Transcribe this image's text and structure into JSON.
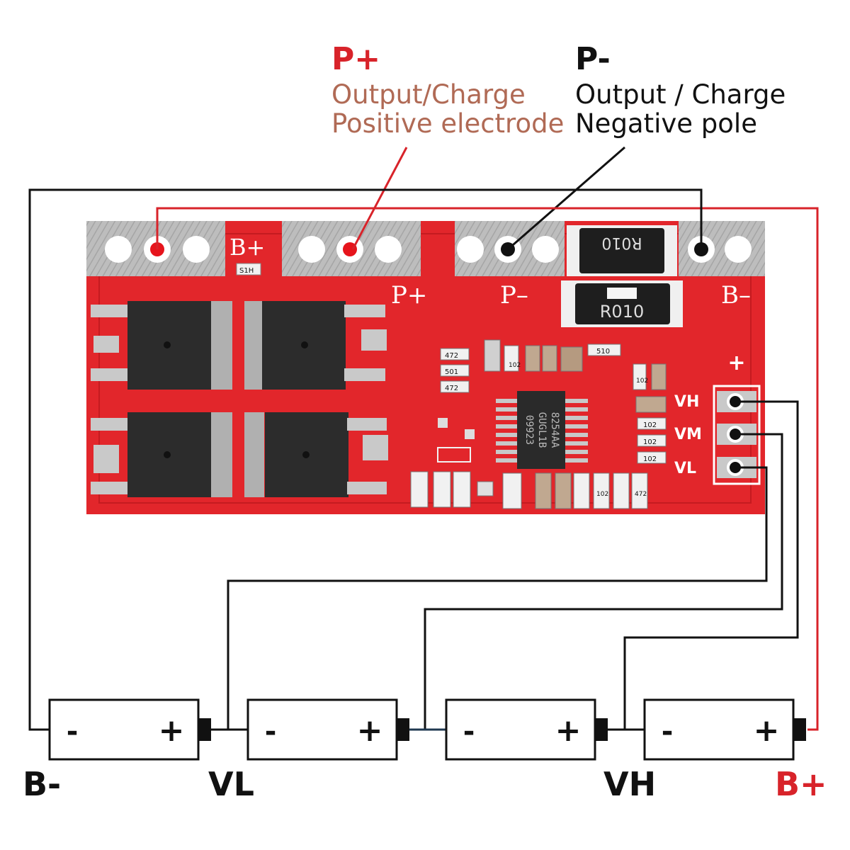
{
  "p_plus": {
    "title": "P+",
    "line1": "Output/Charge",
    "line2": "Positive electrode"
  },
  "p_minus": {
    "title": "P-",
    "line1": "Output / Charge",
    "line2": "Negative pole"
  },
  "board": {
    "pad_labels": {
      "b_plus": "B+",
      "p_plus": "P+",
      "p_minus": "P–",
      "b_minus": "B–"
    },
    "resistor_labels": [
      "R010",
      "R010"
    ],
    "chip_lines": [
      "8254AA",
      "GUGL1B",
      "09923"
    ],
    "balance_labels": {
      "plus": "+",
      "vh": "VH",
      "vm": "VM",
      "vl": "VL"
    },
    "smd_marks": [
      "S1H",
      "472",
      "501",
      "472",
      "102",
      "510",
      "102",
      "102",
      "102",
      "102",
      "102",
      "472"
    ],
    "colors": {
      "pcb": "#e2262b",
      "pad": "#b9b9b9",
      "mosfet": "#2c2c2c",
      "resistor": "#1e1e1e"
    }
  },
  "batteries": [
    {
      "minus": "-",
      "plus": "+"
    },
    {
      "minus": "-",
      "plus": "+"
    },
    {
      "minus": "-",
      "plus": "+"
    },
    {
      "minus": "-",
      "plus": "+"
    }
  ],
  "bottom_labels": {
    "b_minus": "B-",
    "vl": "VL",
    "vh": "VH",
    "b_plus": "B+"
  },
  "colors": {
    "wire_black": "#111111",
    "wire_red": "#d8232a",
    "label_red": "#d8232a"
  }
}
